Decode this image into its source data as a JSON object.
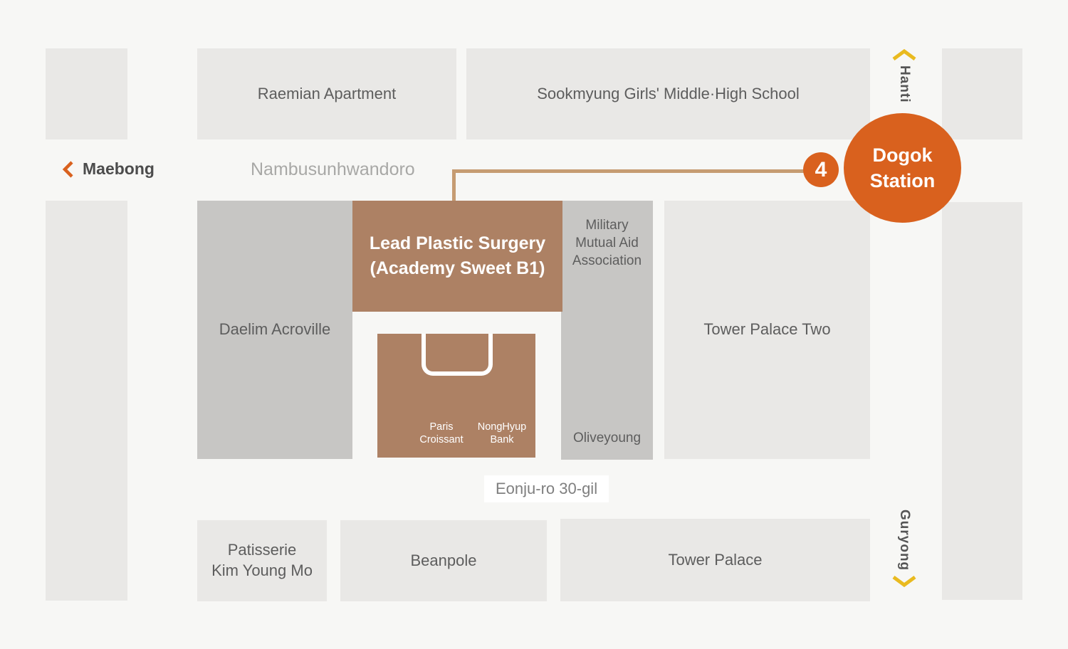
{
  "title": "Dogok Station area location map",
  "colors": {
    "background": "#f7f7f5",
    "block_light": "#e9e8e6",
    "block_gray": "#c7c6c4",
    "block_brown": "#ad8164",
    "route_line": "#c69c72",
    "accent_orange": "#d9611e",
    "chevron_yellow": "#e9ba1f"
  },
  "station": {
    "line_number": "4",
    "name_lines": [
      "Dogok",
      "Station"
    ]
  },
  "roads": {
    "maebong": "Maebong",
    "nambusunhwandoro": "Nambusunhwandoro",
    "eonju": "Eonju-ro 30-gil",
    "hanti": "Hanti",
    "guryong": "Guryong"
  },
  "blocks": {
    "raemian": {
      "label": "Raemian Apartment"
    },
    "sookmyung": {
      "label": "Sookmyung Girls' Middle·High School"
    },
    "daelim": {
      "label": "Daelim Acroville"
    },
    "lead_clinic": {
      "lines": [
        "Lead Plastic Surgery",
        "(Academy Sweet B1)"
      ]
    },
    "military": {
      "lines": [
        "Military",
        "Mutual Aid",
        "Association"
      ]
    },
    "oliveyoung": {
      "label": "Oliveyoung"
    },
    "tower_palace_two": {
      "label": "Tower Palace Two"
    },
    "annex": {
      "tenants": [
        {
          "lines": [
            "Paris",
            "Croissant"
          ]
        },
        {
          "lines": [
            "NongHyup",
            "Bank"
          ]
        }
      ]
    },
    "patisserie": {
      "lines": [
        "Patisserie",
        "Kim Young Mo"
      ]
    },
    "beanpole": {
      "label": "Beanpole"
    },
    "tower_palace": {
      "label": "Tower Palace"
    }
  }
}
